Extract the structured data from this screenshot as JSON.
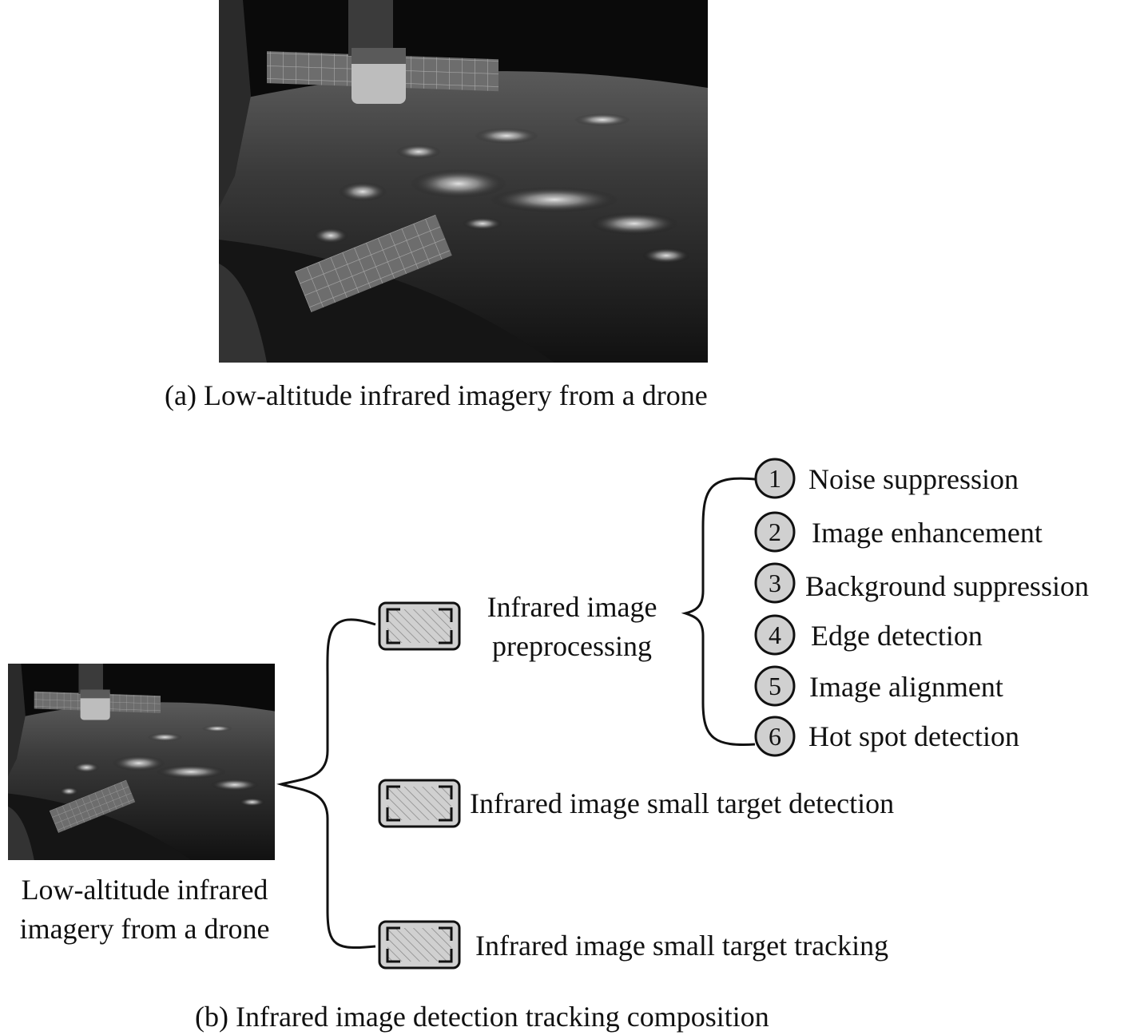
{
  "figure_a": {
    "caption": "(a) Low-altitude infrared imagery from a drone"
  },
  "figure_b": {
    "caption": "(b) Infrared image detection tracking composition",
    "source": {
      "label_line1": "Low-altitude infrared",
      "label_line2": "imagery from a drone"
    },
    "branches": [
      {
        "label_line1": "Infrared image",
        "label_line2": "preprocessing",
        "icon": "image-module-icon",
        "steps": [
          {
            "num": "1",
            "label": "Noise suppression"
          },
          {
            "num": "2",
            "label": "Image enhancement"
          },
          {
            "num": "3",
            "label": "Background suppression"
          },
          {
            "num": "4",
            "label": "Edge detection"
          },
          {
            "num": "5",
            "label": "Image alignment"
          },
          {
            "num": "6",
            "label": "Hot spot detection"
          }
        ]
      },
      {
        "label": "Infrared image small target detection",
        "icon": "image-module-icon"
      },
      {
        "label": "Infrared image small target tracking",
        "icon": "image-module-icon"
      }
    ]
  },
  "colors": {
    "circle_fill": "#d0d0d0",
    "stroke": "#111111",
    "photo_bg": "#0a0a0a"
  }
}
